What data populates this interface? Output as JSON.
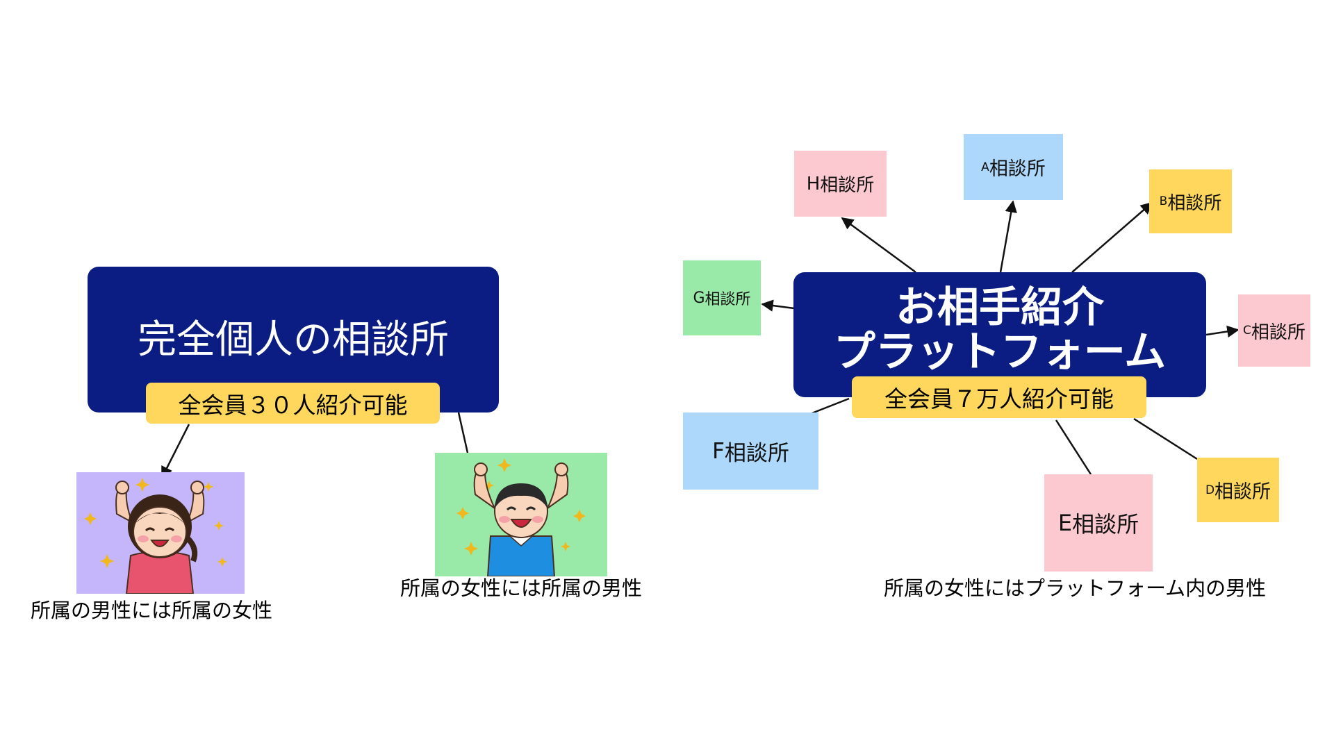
{
  "colors": {
    "navy": "#0b1d82",
    "yellow": "#fed75c",
    "pink": "#fbc9cf",
    "blue": "#aed8fb",
    "green": "#99eaa9",
    "lavender": "#c5b6fb"
  },
  "left": {
    "title": "完全個人の相談所",
    "member_pill": "全会員３０人紹介可能",
    "card_woman": {
      "caption": "所属の男性には所属の女性",
      "icon": "cheering-woman-illustration",
      "bg": "#c5b6fb"
    },
    "card_man": {
      "caption": "所属の女性には所属の男性",
      "icon": "cheering-man-illustration",
      "bg": "#99eaa9"
    }
  },
  "right": {
    "title_line1": "お相手紹介",
    "title_line2": "プラットフォーム",
    "member_pill": "全会員７万人紹介可能",
    "caption": "所属の女性にはプラットフォーム内の男性",
    "offices": {
      "a": {
        "prefix": "A",
        "name": "相談所",
        "bg": "#aed8fb"
      },
      "b": {
        "prefix": "B",
        "name": "相談所",
        "bg": "#fed75c"
      },
      "c": {
        "prefix": "C",
        "name": "相談所",
        "bg": "#fbc9cf"
      },
      "d": {
        "prefix": "D",
        "name": "相談所",
        "bg": "#fed75c"
      },
      "e": {
        "prefix": "E ",
        "name": "相談所",
        "bg": "#fbc9cf"
      },
      "f": {
        "prefix": "F ",
        "name": "相談所",
        "bg": "#aed8fb"
      },
      "g": {
        "prefix": "G ",
        "name": "相談所",
        "bg": "#99eaa9"
      },
      "h": {
        "prefix": "H ",
        "name": "相談所",
        "bg": "#fbc9cf"
      }
    }
  }
}
